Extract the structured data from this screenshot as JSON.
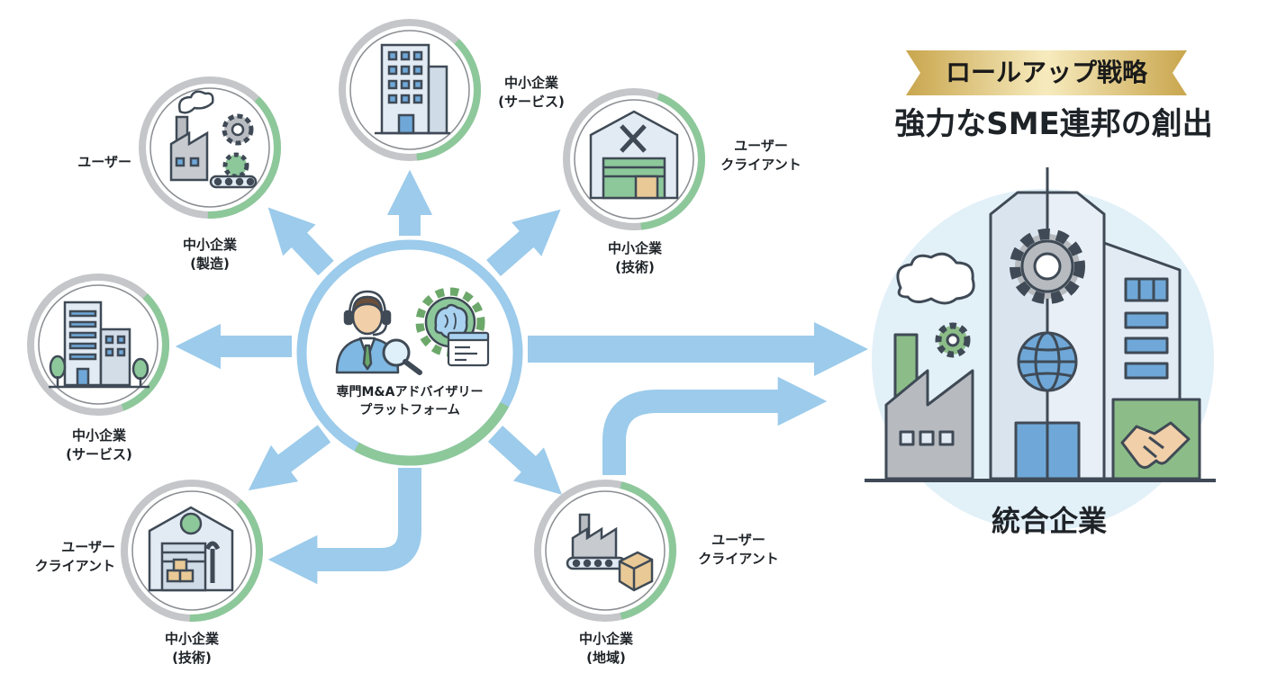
{
  "banner": {
    "label": "ロールアップ戦略",
    "colors": {
      "gold_light": "#f3e3a6",
      "gold_dark": "#c9a64e"
    }
  },
  "title": "強力なSME連邦の創出",
  "hub": {
    "line1": "専門M&Aアドバイザリー",
    "line2": "プラットフォーム",
    "icons": [
      "advisor-headset-icon",
      "magnifier-icon",
      "brain-gear-icon",
      "code-window-icon"
    ]
  },
  "nodes": {
    "top": {
      "name1": "中小企業",
      "name2": "(サービス)",
      "icon": "office-building-icon"
    },
    "top_left": {
      "name1": "中小企業",
      "name2": "(製造)",
      "side": "ユーザー",
      "icon": "factory-gears-icon"
    },
    "top_right": {
      "name1": "中小企業",
      "name2": "(技術)",
      "side1": "ユーザー",
      "side2": "クライアント",
      "icon": "warehouse-tools-icon"
    },
    "mid_left": {
      "name1": "中小企業",
      "name2": "(サービス)",
      "icon": "buildings-trees-icon"
    },
    "bottom_left": {
      "name1": "中小企業",
      "name2": "(技術)",
      "side1": "ユーザー",
      "side2": "クライアント",
      "icon": "warehouse-wrench-icon"
    },
    "bottom_mid": {
      "name1": "中小企業",
      "name2": "(地域)",
      "side1": "ユーザー",
      "side2": "クライアント",
      "icon": "conveyor-factory-icon"
    }
  },
  "result": {
    "label": "統合企業",
    "icons": [
      "factory-icon",
      "gear-icon",
      "globe-icon",
      "handshake-icon"
    ]
  },
  "colors": {
    "arrow": "#9ccbeb",
    "ring_green": "#8dc89a",
    "ring_gray": "#c4c6c9",
    "building_fill": "#e2ebf4",
    "building_stroke": "#3f4a56",
    "factory_green": "#8cbd88",
    "halo": "#e2f0f8"
  }
}
